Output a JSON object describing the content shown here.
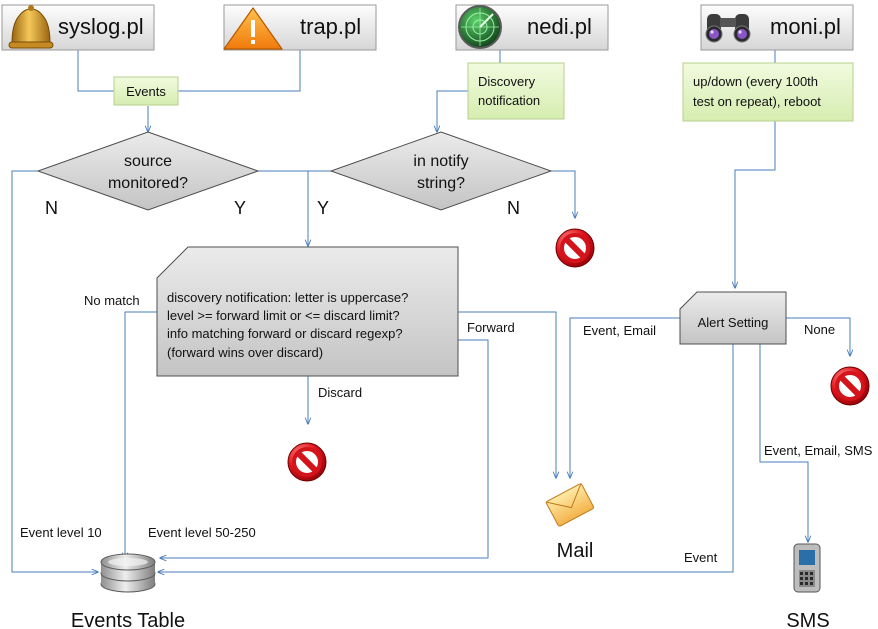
{
  "sources": {
    "syslog": "syslog.pl",
    "trap": "trap.pl",
    "nedi": "nedi.pl",
    "moni": "moni.pl"
  },
  "notes": {
    "events": "Events",
    "discovery": [
      "Discovery",
      "notification"
    ],
    "moni": [
      "up/down  (every 100th",
      "test on repeat), reboot"
    ]
  },
  "decisions": {
    "source_monitored": [
      "source",
      "monitored?"
    ],
    "in_notify": [
      "in notify",
      "string?"
    ]
  },
  "branch_labels": {
    "source_no": "N",
    "source_yes": "Y",
    "notify_yes": "Y",
    "notify_no": "N"
  },
  "rules_box": [
    "discovery notification: letter is uppercase?",
    "level >= forward limit or <= discard limit?",
    "info matching forward or discard regexp?",
    "(forward wins over discard)"
  ],
  "edge_labels": {
    "no_match": "No match",
    "forward": "Forward",
    "discard": "Discard",
    "event_email": "Event, Email",
    "none": "None",
    "event_email_sms": "Event, Email, SMS",
    "event": "Event",
    "event_level_10": "Event level 10",
    "event_level_50_250": "Event level 50-250"
  },
  "alert_setting": "Alert Setting",
  "outputs": {
    "events_table": "Events Table",
    "mail": "Mail",
    "sms": "SMS"
  },
  "colors": {
    "line": "#4a7ebb",
    "note_fill": "#e4f5c5",
    "gray_fill": "#d7d7d7",
    "stop_red": "#d3141b"
  }
}
